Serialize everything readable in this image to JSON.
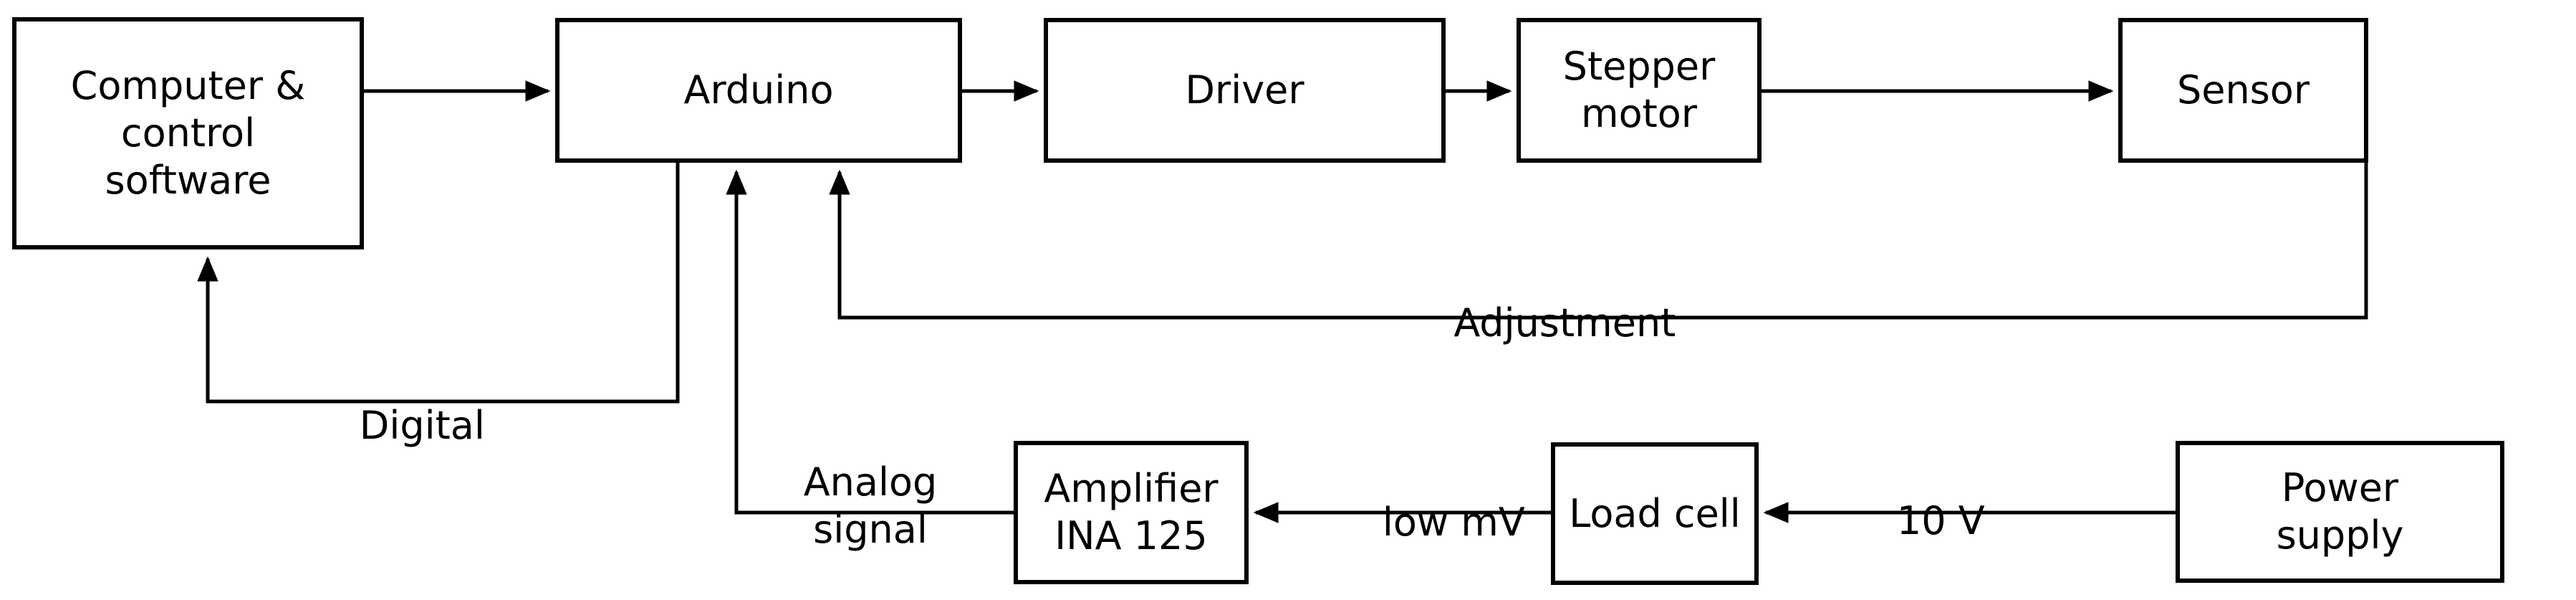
{
  "diagram": {
    "title": "Control system block diagram",
    "background_color": "#ffffff",
    "line_color": "#000000",
    "text_color": "#000000",
    "blocks": [
      {
        "id": "computer",
        "label": "Computer &\ncontrol\nsoftware",
        "line1": "Computer &",
        "line2": "control",
        "line3": "software"
      },
      {
        "id": "arduino",
        "label": "Arduino",
        "line1": "Arduino",
        "line2": "",
        "line3": ""
      },
      {
        "id": "driver",
        "label": "Driver",
        "line1": "Driver",
        "line2": "",
        "line3": ""
      },
      {
        "id": "stepper_motor",
        "label": "Stepper\nmotor",
        "line1": "Stepper",
        "line2": "motor",
        "line3": ""
      },
      {
        "id": "sensor",
        "label": "Sensor",
        "line1": "Sensor",
        "line2": "",
        "line3": ""
      },
      {
        "id": "amplifier",
        "label": "Amplifier\nINA 125",
        "line1": "Amplifier",
        "line2": "INA 125",
        "line3": ""
      },
      {
        "id": "load_cell",
        "label": "Load cell",
        "line1": "Load cell",
        "line2": "",
        "line3": ""
      },
      {
        "id": "power_supply",
        "label": "Power\nsupply",
        "line1": "Power",
        "line2": "supply",
        "line3": ""
      }
    ],
    "edge_labels": [
      {
        "id": "adjustment",
        "label": "Adjustment"
      },
      {
        "id": "digital",
        "label": "Digital"
      },
      {
        "id": "analog_signal",
        "label": "Analog\nsignal",
        "line1": "Analog",
        "line2": "signal"
      },
      {
        "id": "low_mv",
        "label": "low mV"
      },
      {
        "id": "ten_volts",
        "label": "10 V"
      }
    ]
  }
}
